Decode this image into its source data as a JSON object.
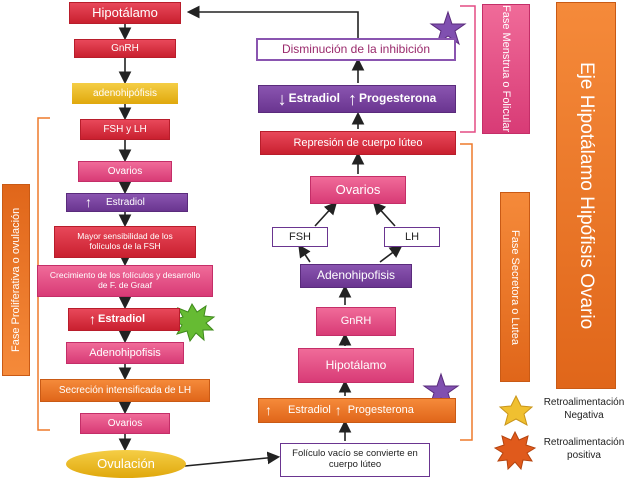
{
  "left_column": {
    "hipotalamo": "Hipotálamo",
    "gnrh": "GnRH",
    "adenohipofisis": "adenohipófisis",
    "fsh_lh": "FSH y LH",
    "ovarios": "Ovarios",
    "estradiol": "Estradiol",
    "sensibilidad": "Mayor sensibilidad de los folículos de la FSH",
    "crecimiento": "Crecimiento de los folículos y desarrollo de F. de Graaf",
    "estradiol_up": "Estradiol",
    "adenohipofisis2": "Adenohipofisis",
    "secrecion": "Secreción intensificada de LH",
    "ovarios2": "Ovarios",
    "ovulacion": "Ovulación"
  },
  "right_column": {
    "disminucion": "Disminución de la inhibición",
    "estradiol_prog_estradiol": "Estradiol",
    "estradiol_prog_progesterona": "Progesterona",
    "represion": "Represión de cuerpo lúteo",
    "ovarios": "Ovarios",
    "fsh": "FSH",
    "lh": "LH",
    "adenohipofisis": "Adenohipofisis",
    "gnrh": "GnRH",
    "hipotalamo": "Hipotálamo",
    "estradiol": "Estradiol",
    "progesterona": "Progesterona",
    "foliculo": "Folículo vacío se convierte en cuerpo lúteo"
  },
  "side_labels": {
    "fase_proliferativa": "Fase Proliferativa o ovulación",
    "fase_menstrua": "Fase Menstrua o Folicular",
    "fase_secretora": "Fase Secretora o Lutea",
    "eje": "Eje Hipotálamo Hipófisis Ovario"
  },
  "legend": {
    "negativa": "Retroalimentación Negativa",
    "positiva": "Retroalimentación positiva"
  },
  "colors": {
    "red": "#d62f3e",
    "pink": "#e44b84",
    "orange": "#ee7a2b",
    "violet": "#7a44a0",
    "gold": "#f0b928",
    "star_negative": "#e8b422",
    "star_positive": "#e05a1c",
    "star_feedback": "#8050b0",
    "burst_green": "#66bb33"
  }
}
